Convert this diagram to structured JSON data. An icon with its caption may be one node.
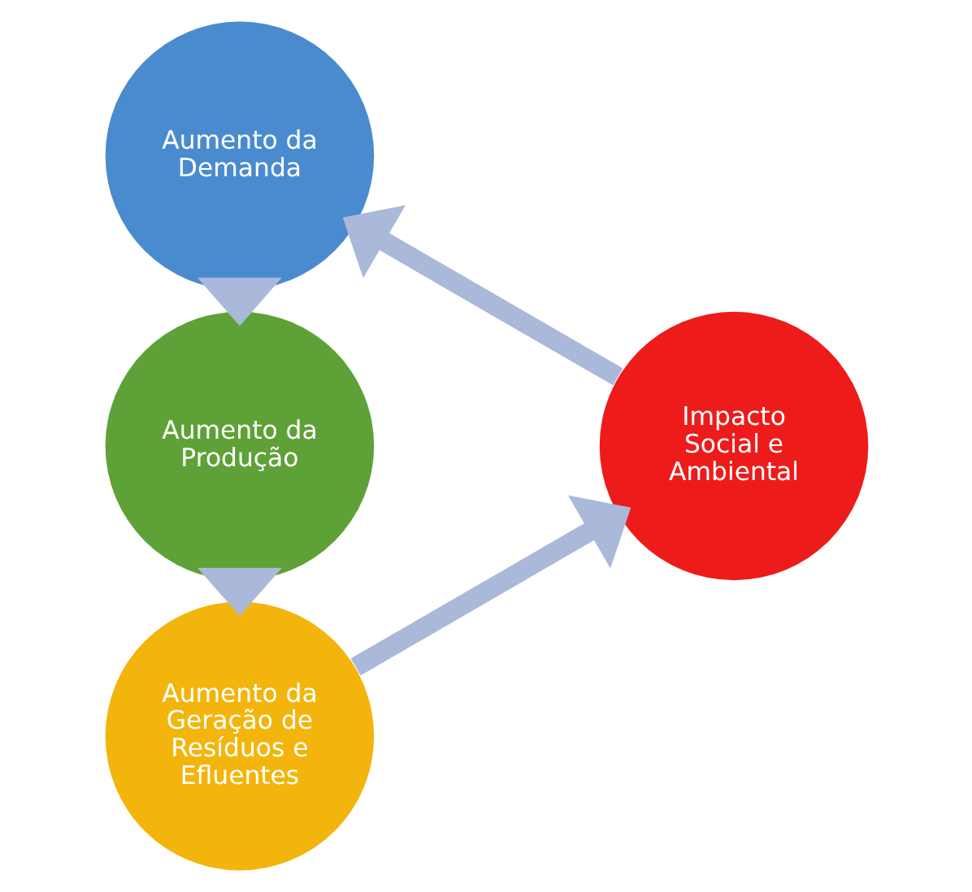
{
  "diagram": {
    "nodes": [
      {
        "text": [
          "Aumento da Demanda"
        ]
      },
      {
        "text": [
          "Aumento da Produção"
        ]
      },
      {
        "text": [
          "Aumento da Geração de Resíduos e Efluentes"
        ]
      },
      {
        "text": [
          "Impacto Social e Ambiental"
        ]
      }
    ],
    "edges": [
      {
        "from": 0,
        "to": 1,
        "arrow": "to"
      },
      {
        "from": 1,
        "to": 2,
        "arrow": "to"
      },
      {
        "from": 2,
        "to": 3,
        "arrow": "to"
      },
      {
        "from": 3,
        "to": 0,
        "arrow": "to"
      }
    ]
  }
}
